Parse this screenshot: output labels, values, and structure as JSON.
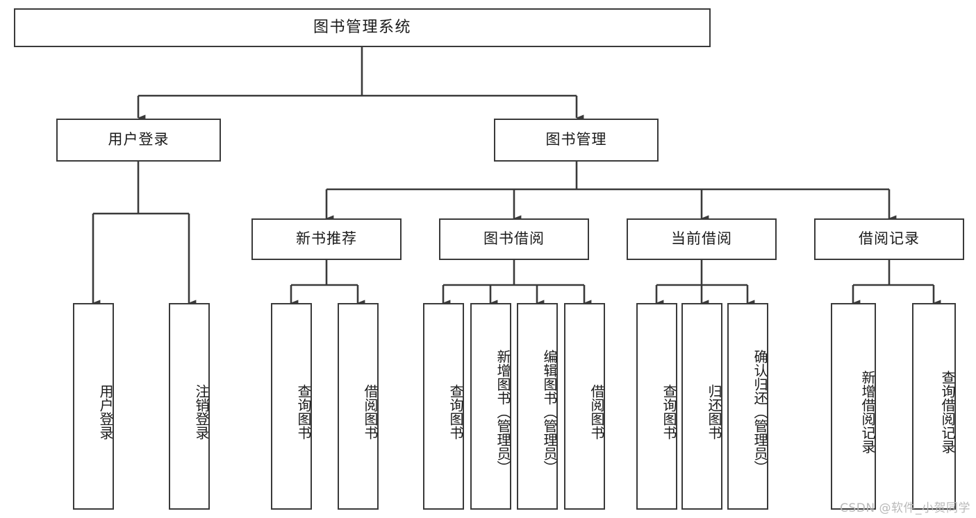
{
  "diagram": {
    "type": "tree",
    "title": "图书管理系统",
    "orientation": "top-down",
    "watermark": "CSDN @软件_小贺同学",
    "colors": {
      "stroke": "#3a3a3a",
      "fill": "#ffffff",
      "text": "#1a1a1a",
      "watermark": "#b9b9b9"
    }
  },
  "nodes": {
    "root": {
      "label": "图书管理系统"
    },
    "level2": [
      {
        "id": "user-login",
        "label": "用户登录"
      },
      {
        "id": "book-manage",
        "label": "图书管理"
      }
    ],
    "level3": [
      {
        "id": "new-book-rec",
        "label": "新书推荐",
        "parent": "book-manage"
      },
      {
        "id": "book-borrow",
        "label": "图书借阅",
        "parent": "book-manage"
      },
      {
        "id": "current-borrow",
        "label": "当前借阅",
        "parent": "book-manage"
      },
      {
        "id": "borrow-record",
        "label": "借阅记录",
        "parent": "book-manage"
      }
    ],
    "leaves": [
      {
        "id": "leaf-user-login",
        "label": "用户登录",
        "parent": "user-login"
      },
      {
        "id": "leaf-user-logout",
        "label": "注销登录",
        "parent": "user-login"
      },
      {
        "id": "leaf-query-book-1",
        "label": "查询图书",
        "parent": "new-book-rec"
      },
      {
        "id": "leaf-borrow-book-1",
        "label": "借阅图书",
        "parent": "new-book-rec"
      },
      {
        "id": "leaf-query-book-2",
        "label": "查询图书",
        "parent": "book-borrow"
      },
      {
        "id": "leaf-add-book",
        "label": "新增图书（管理员）",
        "parent": "book-borrow"
      },
      {
        "id": "leaf-edit-book",
        "label": "编辑图书（管理员）",
        "parent": "book-borrow"
      },
      {
        "id": "leaf-borrow-book-2",
        "label": "借阅图书",
        "parent": "book-borrow"
      },
      {
        "id": "leaf-query-book-3",
        "label": "查询图书",
        "parent": "current-borrow"
      },
      {
        "id": "leaf-return-book",
        "label": "归还图书",
        "parent": "current-borrow"
      },
      {
        "id": "leaf-confirm-return",
        "label": "确认归还（管理员）",
        "parent": "current-borrow"
      },
      {
        "id": "leaf-add-record",
        "label": "新增借阅记录",
        "parent": "borrow-record"
      },
      {
        "id": "leaf-query-record",
        "label": "查询借阅记录",
        "parent": "borrow-record"
      }
    ]
  }
}
